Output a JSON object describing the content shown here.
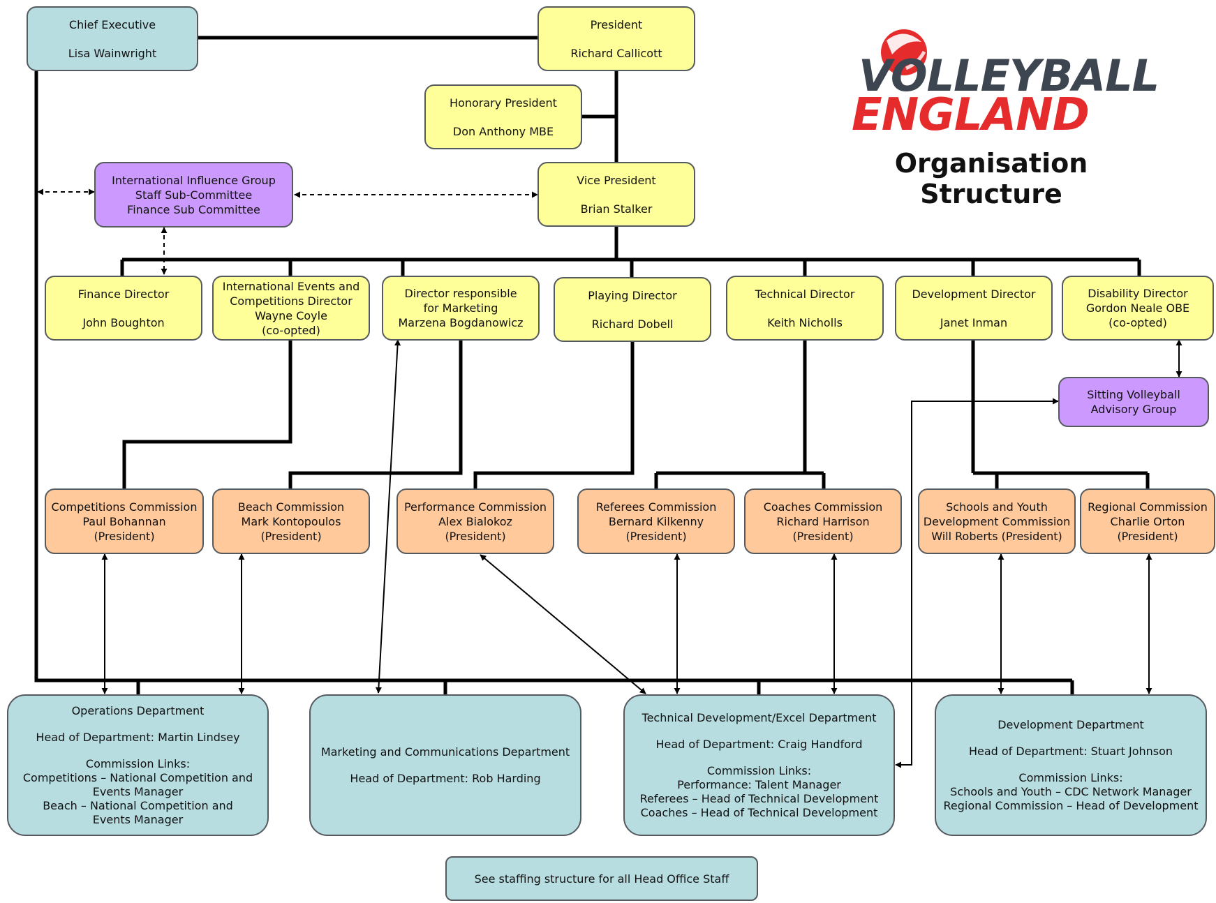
{
  "brand": {
    "logo_word1": "VOLLEYBALL",
    "logo_word2": "ENGLAND",
    "logo_red": "#e52b2b",
    "logo_grey": "#3d4650"
  },
  "title": "Organisation Structure",
  "colors": {
    "yellow": "#ffff99",
    "blue": "#b7dde1",
    "purple": "#cc99ff",
    "orange": "#ffc99b",
    "line": "#000000"
  },
  "nodes": {
    "chief_exec": [
      "Chief Executive",
      "",
      "Lisa Wainwright"
    ],
    "president": [
      "President",
      "",
      "Richard Callicott"
    ],
    "honorary_president": [
      "Honorary President",
      "",
      "Don Anthony MBE"
    ],
    "vice_president": [
      "Vice President",
      "",
      "Brian Stalker"
    ],
    "influence_group": [
      "International Influence Group",
      "Staff Sub-Committee",
      "Finance Sub Committee"
    ],
    "finance_director": [
      "Finance Director",
      "",
      "John Boughton"
    ],
    "intl_events_director": [
      "International Events and",
      "Competitions Director",
      "Wayne Coyle",
      "(co-opted)"
    ],
    "marketing_director": [
      "Director responsible",
      "for Marketing",
      "Marzena Bogdanowicz"
    ],
    "playing_director": [
      "Playing Director",
      "",
      "Richard Dobell"
    ],
    "technical_director": [
      "Technical Director",
      "",
      "Keith Nicholls"
    ],
    "development_director": [
      "Development Director",
      "",
      "Janet Inman"
    ],
    "disability_director": [
      "Disability Director",
      "Gordon Neale OBE",
      "(co-opted)"
    ],
    "sitting_volleyball": [
      "Sitting Volleyball",
      "Advisory Group"
    ],
    "competitions_commission": [
      "Competitions Commission",
      "Paul Bohannan",
      "(President)"
    ],
    "beach_commission": [
      "Beach Commission",
      "Mark Kontopoulos",
      "(President)"
    ],
    "performance_commission": [
      "Performance Commission",
      "Alex Bialokoz",
      "(President)"
    ],
    "referees_commission": [
      "Referees Commission",
      "Bernard Kilkenny",
      "(President)"
    ],
    "coaches_commission": [
      "Coaches Commission",
      "Richard Harrison",
      "(President)"
    ],
    "schools_commission": [
      "Schools and Youth",
      "Development Commission",
      "Will Roberts (President)"
    ],
    "regional_commission": [
      "Regional Commission",
      "Charlie Orton",
      "(President)"
    ],
    "operations_dept": [
      "Operations Department",
      "",
      "Head of Department: Martin Lindsey",
      "",
      "Commission Links:",
      "Competitions –  National Competition and",
      "Events Manager",
      "Beach – National Competition and",
      "Events Manager"
    ],
    "marketing_dept": [
      "Marketing and Communications Department",
      "",
      "Head of Department: Rob Harding"
    ],
    "technical_dept": [
      "Technical Development/Excel Department",
      "",
      "Head of Department: Craig Handford",
      "",
      "Commission Links:",
      "Performance: Talent Manager",
      "Referees – Head of Technical Development",
      "Coaches – Head of Technical Development"
    ],
    "development_dept": [
      "Development Department",
      "",
      "Head of Department: Stuart Johnson",
      "",
      "Commission Links:",
      "Schools and Youth – CDC Network Manager",
      "Regional Commission – Head of Development"
    ],
    "staffing_note": [
      "See staffing structure for all Head Office Staff"
    ]
  }
}
